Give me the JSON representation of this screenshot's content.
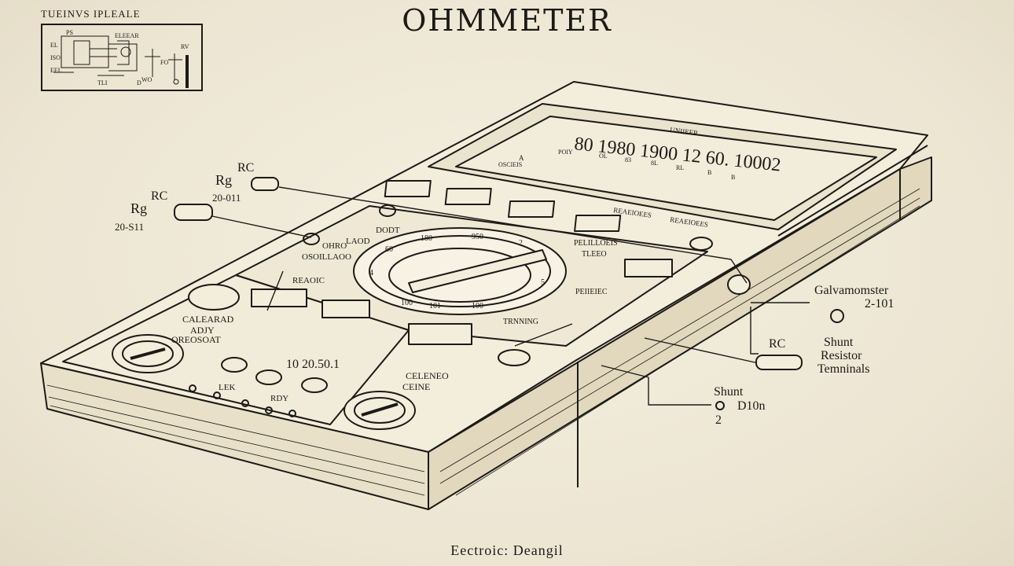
{
  "title": "OHMMETER",
  "inset": {
    "heading": "TUEINVS IPLEALE",
    "labels": [
      "PS",
      "ELEEAR",
      "EL",
      "ISO",
      "EEL",
      "WO",
      "FO",
      "TLI",
      "D",
      "RV"
    ]
  },
  "left_components": [
    {
      "label": "RC",
      "symbol": "Rg",
      "value": "20-011"
    },
    {
      "label": "RC",
      "symbol": "Rg",
      "value": "20-S11"
    }
  ],
  "right_annotations": {
    "galvanometer": {
      "label": "Galvamomster",
      "value": "2-101"
    },
    "shunt_resistor": {
      "rc": "RC",
      "label_1": "Shunt",
      "label_2": "Resistor",
      "label_3": "Temninals"
    },
    "shunt_d": {
      "label": "Shunt",
      "value": "D10n",
      "number": "2"
    }
  },
  "display": {
    "brand": "UNIIEER",
    "readout": "80 1980  1900  12 60. 10002",
    "sublabels": [
      "POIY",
      "OL",
      "83",
      "8L",
      "RL",
      "B",
      "B"
    ],
    "scale_left": "A",
    "scale_bottom": "OSCIEIS"
  },
  "buttons_row_labels": [
    "REAEIOEES",
    "REAEIOEES"
  ],
  "panel_labels": {
    "dial_top": "DODT",
    "dial_left": "LAOD",
    "ohms": "OHRO",
    "oscillation": "OSOILLAOO",
    "aux": "REAOIC",
    "right_upper": "PELILLOEIS",
    "right_upper_2": "TLEEO",
    "right_mid": "PEIIEIEC",
    "trimming": "TRNNING"
  },
  "dial": {
    "numbers_top": [
      "60",
      "180",
      "950",
      "2"
    ],
    "numbers_bottom": [
      "100",
      "101",
      "100"
    ],
    "numbers_side": [
      "4",
      "5"
    ]
  },
  "lower_panel": {
    "calibration": "CALEARAD",
    "adjust": "ADJY",
    "orfosat": "OREOSOAT",
    "selector": "10 20.50.1",
    "celeneo": "CELENEO",
    "celine": "CEINE",
    "lek": "LEK",
    "rdy": "RDY"
  },
  "caption": "Eectroic: Deangil"
}
